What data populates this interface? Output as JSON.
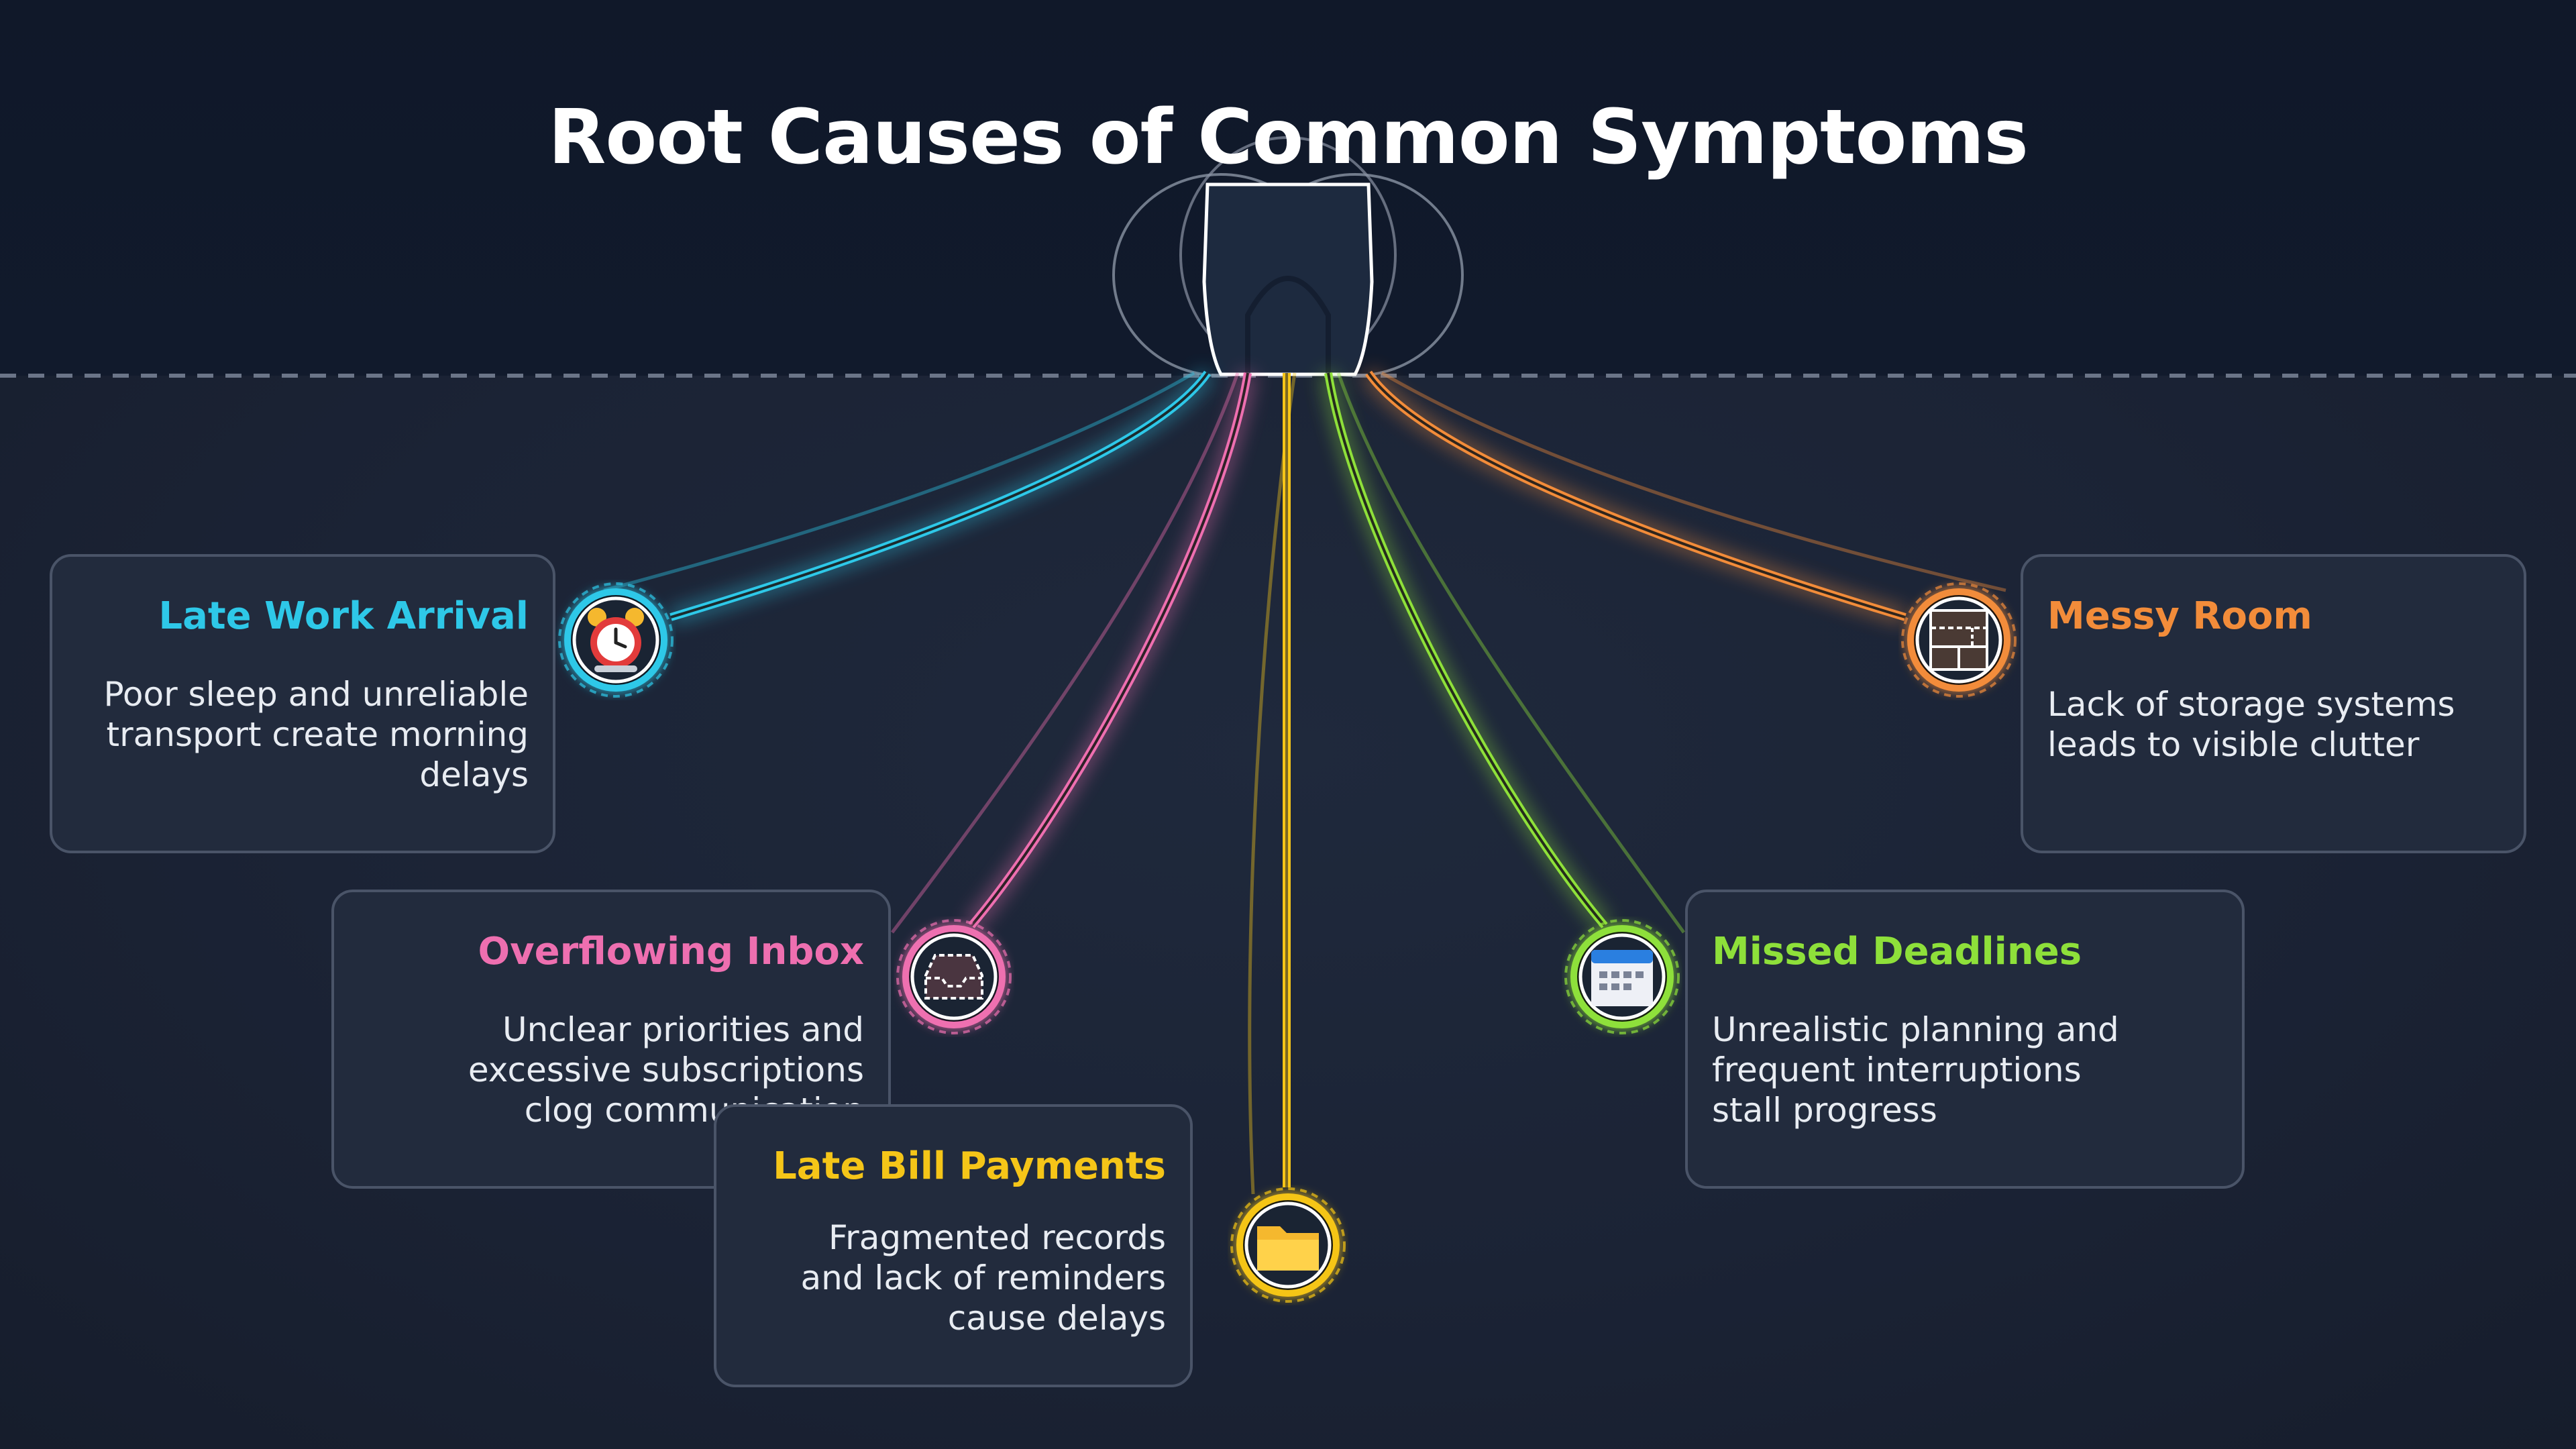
{
  "title": "Root Causes of Common Symptoms",
  "symptoms": [
    {
      "id": "late-work-arrival",
      "title": "Late Work Arrival",
      "description": "Poor sleep and unreliable transport create morning delays",
      "color": "#2ec8e8",
      "icon": "alarm-clock-icon"
    },
    {
      "id": "overflowing-inbox",
      "title": "Overflowing Inbox",
      "description": "Unclear priorities and excessive subscriptions clog communication",
      "color": "#ee6fb0",
      "icon": "inbox-tray-icon"
    },
    {
      "id": "late-bill-payments",
      "title": "Late Bill Payments",
      "description": "Fragmented records and lack of reminders cause delays",
      "color": "#f5c518",
      "icon": "folder-icon"
    },
    {
      "id": "missed-deadlines",
      "title": "Missed Deadlines",
      "description": "Unrealistic planning and frequent interruptions stall progress",
      "color": "#8ee03a",
      "icon": "calendar-icon"
    },
    {
      "id": "messy-room",
      "title": "Messy Room",
      "description": "Lack of storage systems leads to visible clutter",
      "color": "#f28c3a",
      "icon": "storage-cabinet-icon"
    }
  ]
}
